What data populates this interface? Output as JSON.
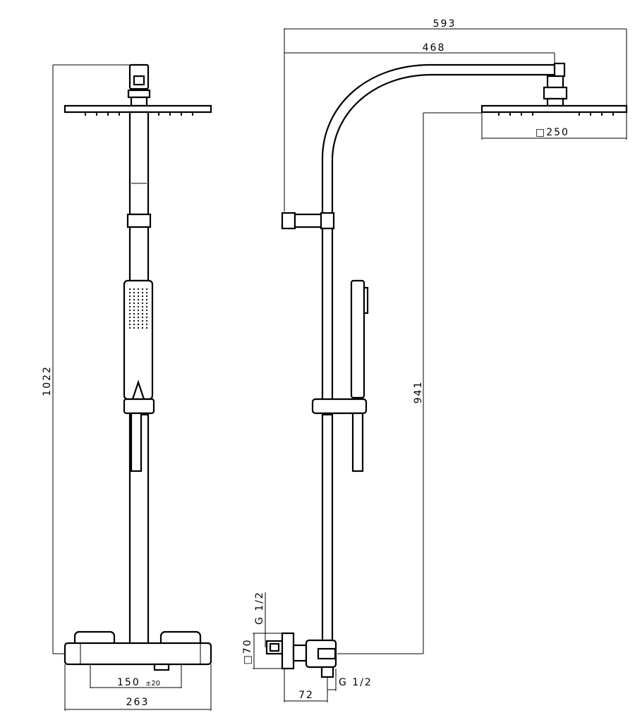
{
  "dimensions": {
    "total_height": "1022",
    "total_width": "593",
    "arm_length": "468",
    "head_size": "□250",
    "bar_height": "941",
    "body_depth": "□70",
    "inlet_top": "G 1/2",
    "inlet_bottom": "G  1/2",
    "centres": "150",
    "centres_tolerance": "±20",
    "mixer_width": "263",
    "offset": "72"
  }
}
